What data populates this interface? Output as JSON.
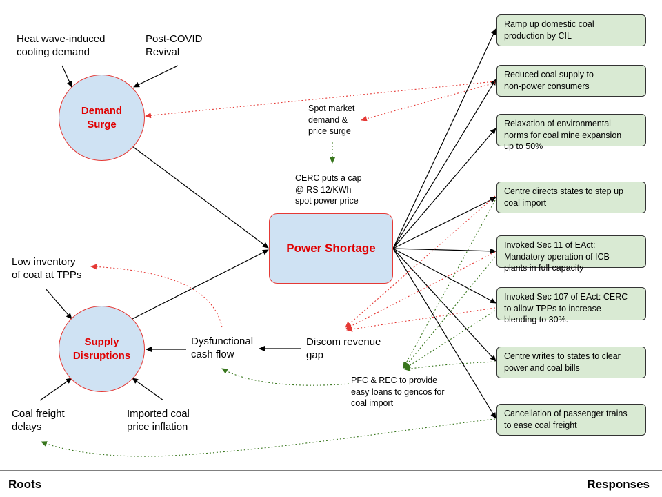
{
  "roots": {
    "heat_wave": "Heat wave-induced\ncooling demand",
    "post_covid": "Post-COVID\nRevival",
    "low_inventory": "Low inventory\nof coal at TPPs",
    "coal_freight": "Coal freight\ndelays",
    "imported_coal": "Imported coal\nprice inflation"
  },
  "nodes": {
    "demand_surge": "Demand\nSurge",
    "supply_disruptions": "Supply\nDisruptions",
    "power_shortage": "Power Shortage",
    "dysfunctional_cash_flow": "Dysfunctional\ncash flow",
    "discom_revenue_gap": "Discom revenue\ngap"
  },
  "annotations": {
    "spot_market": "Spot market\ndemand &\nprice surge",
    "cerc_cap": "CERC puts a cap\n@ RS 12/KWh\nspot power price",
    "pfc_rec": "PFC & REC to provide\neasy loans to gencos for\ncoal import"
  },
  "responses": [
    "Ramp up domestic coal\nproduction by CIL",
    "Reduced coal supply to\nnon-power consumers",
    "Relaxation of environmental\nnorms for coal mine expansion\nup to 50%",
    "Centre directs states to step up\ncoal import",
    "Invoked Sec 11 of EAct:\nMandatory operation of ICB\nplants in full capacity",
    "Invoked Sec 107 of EAct: CERC\nto allow TPPs to increase\nblending to 30%.",
    "Centre writes to states to clear\npower and coal bills",
    "Cancellation of passenger trains\nto ease coal freight"
  ],
  "footer": {
    "left": "Roots",
    "right": "Responses"
  },
  "colors": {
    "node_fill": "#cfe2f3",
    "node_border": "#e53935",
    "node_text": "#e00000",
    "response_fill": "#d9ead3",
    "red_dotted": "#e53935",
    "green_dotted": "#38761d"
  }
}
